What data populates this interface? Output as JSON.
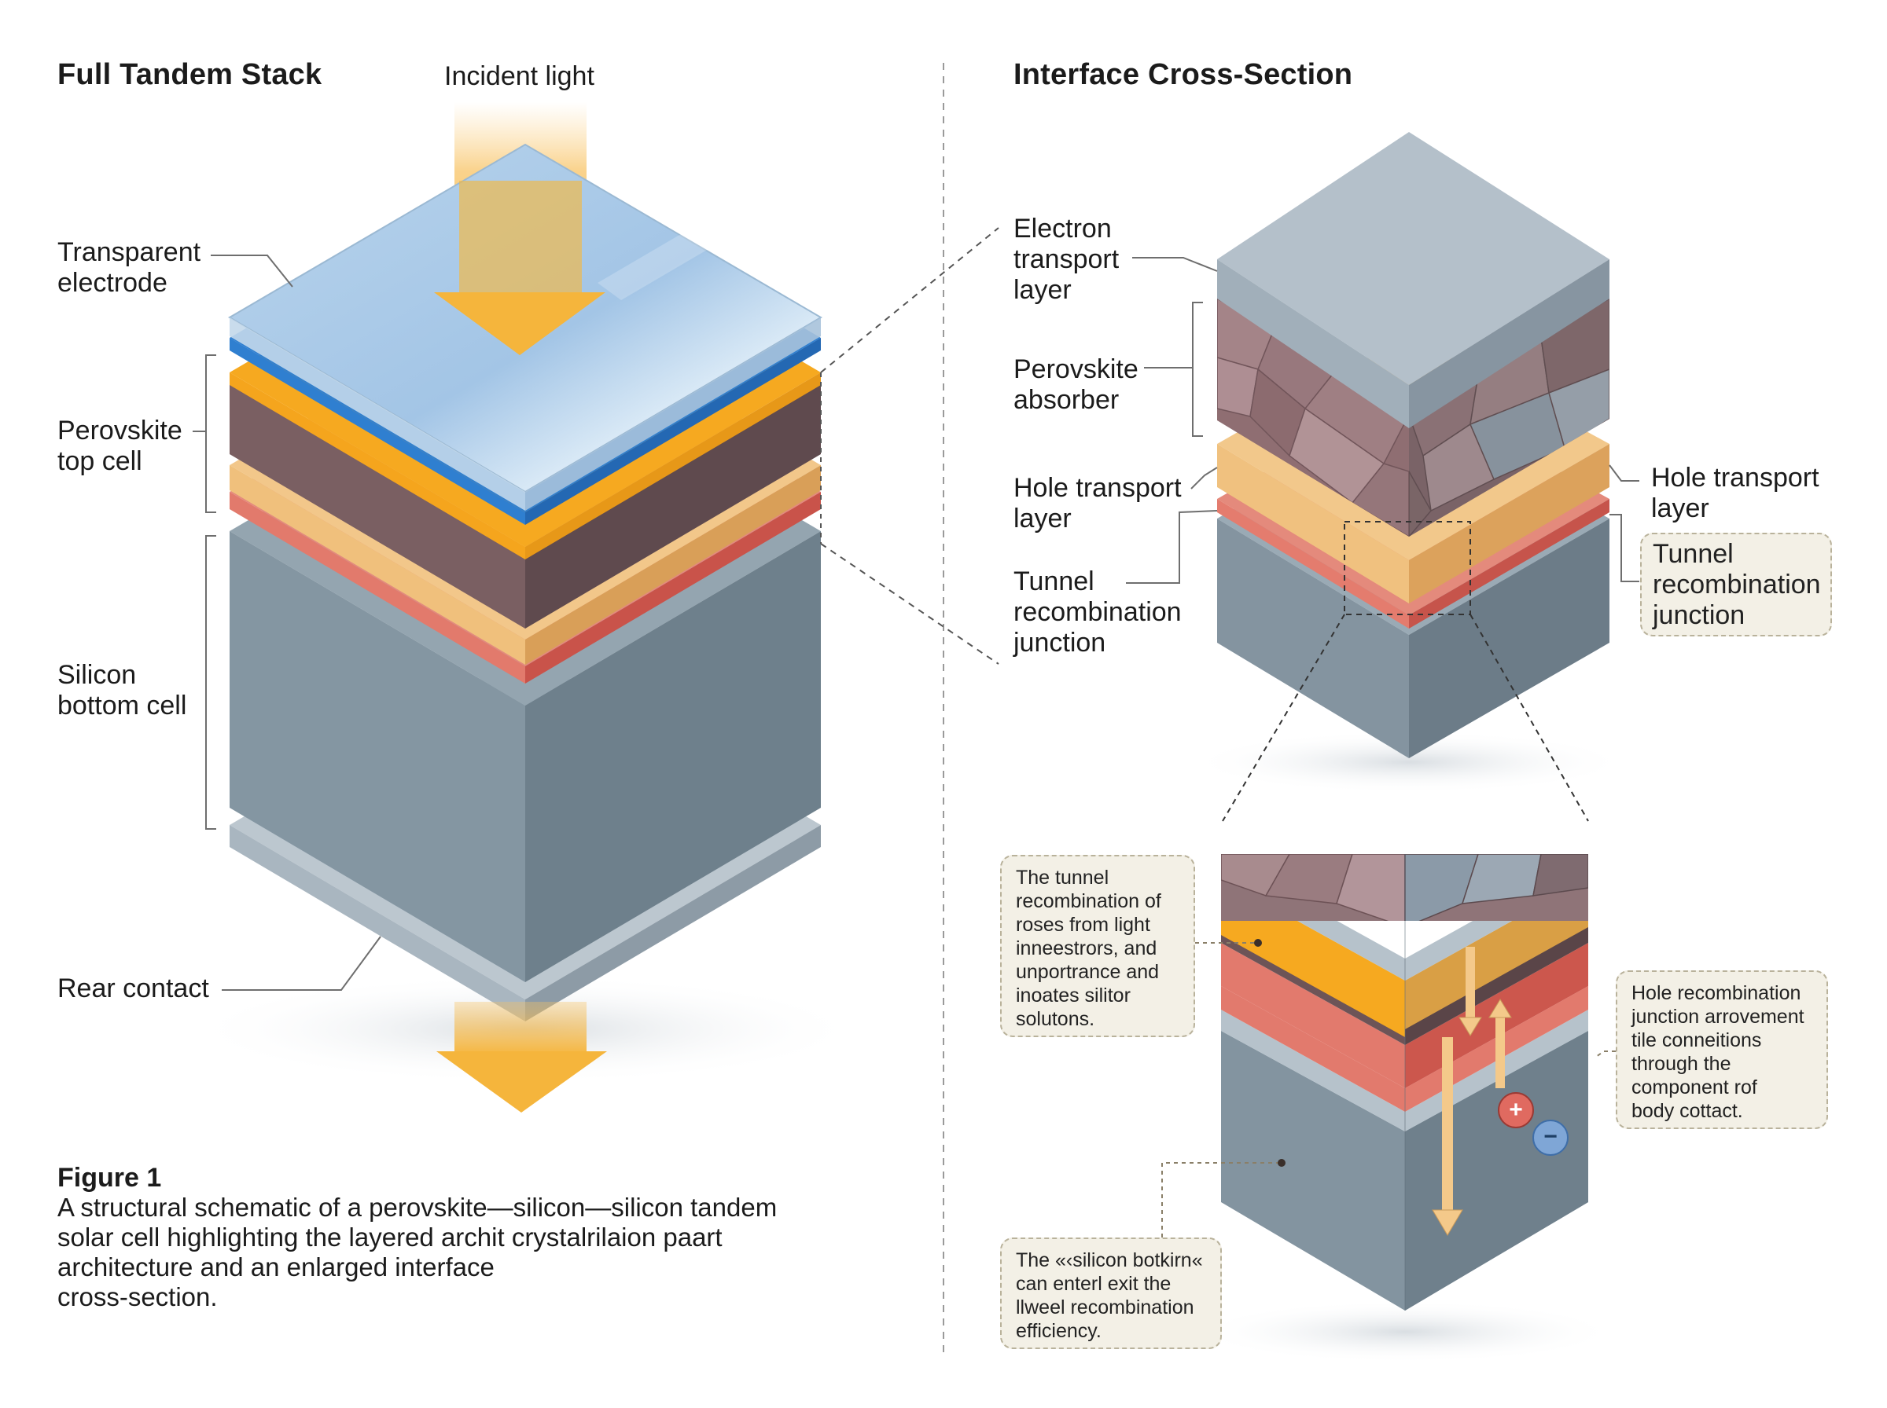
{
  "left_panel": {
    "title": "Full Tandem Stack",
    "incident_light": "Incident light",
    "labels": {
      "transparent_electrode": "Transparent\nelectrode",
      "perovskite_top_cell": "Perovskite\ntop cell",
      "silicon_bottom_cell": "Silicon\nbottom cell",
      "rear_contact": "Rear contact"
    }
  },
  "right_panel": {
    "title": "Interface Cross-Section",
    "labels": {
      "electron_transport": "Electron\ntransport\nlayer",
      "perovskite_absorber": "Perovskite\nabsorber",
      "hole_transport_left": "Hole transport\nlayer",
      "tunnel_left": "Tunnel\nrecombination\njunction",
      "hole_transport_right": "Hole transport\nlayer",
      "tunnel_right": "Tunnel\nrecombination\njunction"
    },
    "notes": {
      "tunnel_note": "The tunnel\nrecombination of\nroses from light\ninneestrors, and\nunportrance and\ninoates silitor\nsolutons.",
      "hole_note": "Hole recombination\njunction arrovement\ntile conneitions\nthrough the\ncomponent rof\nbody cottact.",
      "silicon_note": "The «‹silicon botkirn«\ncan enterl exit the\nllweel recombination\nefficiency."
    },
    "charges": {
      "positive": "+",
      "negative": "−"
    }
  },
  "caption": {
    "title": "Figure 1",
    "body": "A structural schematic of a perovskite—silicon—silicon tandem\nsolar cell  highlighting the layered archit crystalrilaion paart\narchitecture and an enlarged interface\ncross-section."
  },
  "colors": {
    "light_arrow": "#f6b73c",
    "glass": "#a9cbe8",
    "blue_electrode": "#2f7fd0",
    "perovskite_orange": "#f6a920",
    "perovskite_brown": "#6e5458",
    "htl_tan": "#eab46e",
    "tunnel_red": "#de7468",
    "silicon_grey": "#7d8e9a",
    "rear_contact": "#aab7c1",
    "note_bg": "#f3f0e6"
  }
}
